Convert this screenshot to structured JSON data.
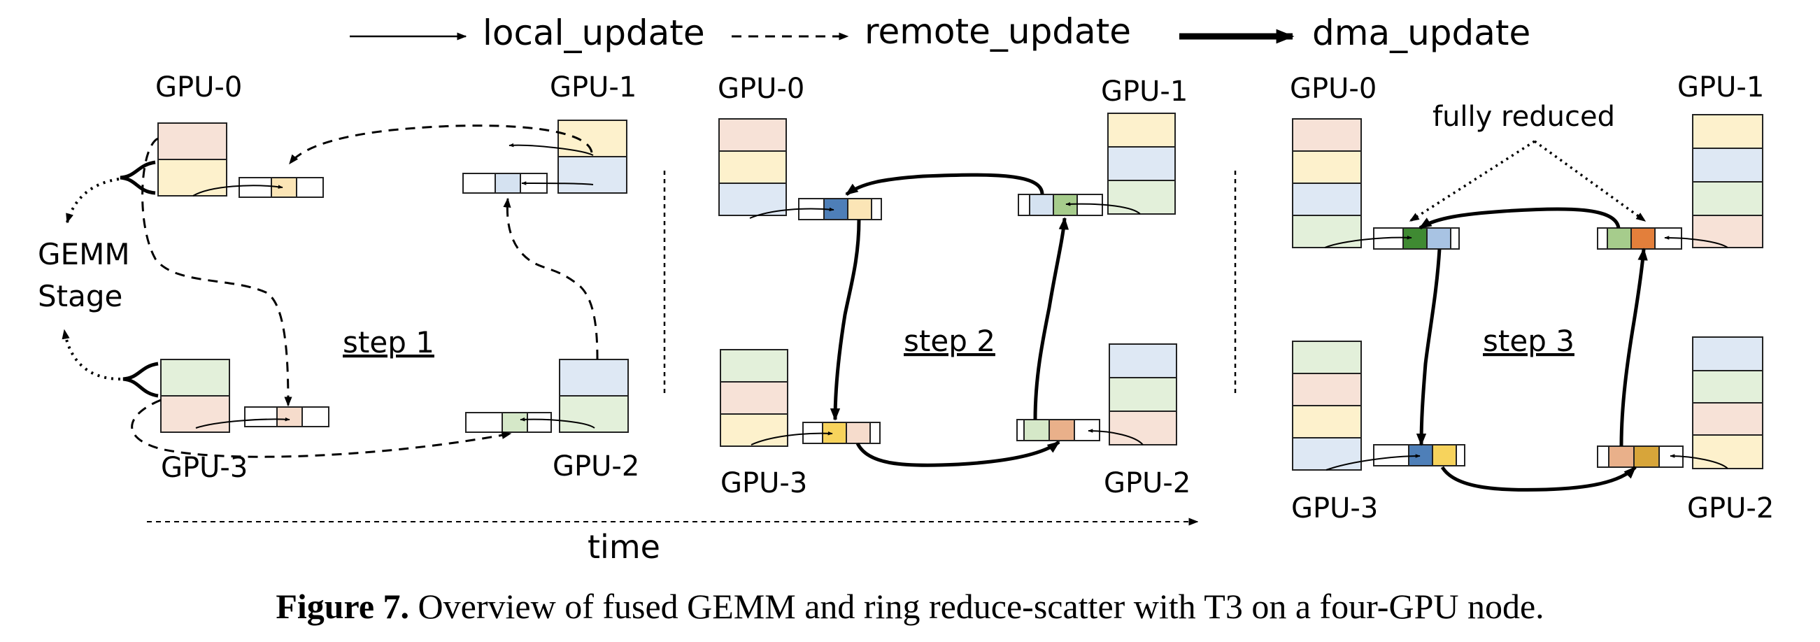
{
  "colors": {
    "pink": "#f7e2d7",
    "yellow": "#fdf1cc",
    "blue": "#dee8f4",
    "green": "#e3f0da",
    "dark_blue": "#4e7fb8",
    "mid_blue": "#a8c3e3",
    "dark_green": "#3f8a32",
    "light_green": "#a6cc8c",
    "orange": "#e37f3b",
    "light_orange": "#e9b08a",
    "gold": "#f7d35c",
    "dark_gold": "#d7a53a",
    "cell_yellow": "#fbe5b6",
    "cell_pink": "#f6dccc",
    "cell_blue": "#d5e2f1",
    "cell_green": "#d5e8c8",
    "stroke": "#222222"
  },
  "legend": {
    "local": "local_update",
    "remote": "remote_update",
    "dma": "dma_update"
  },
  "panel1": {
    "gpu0": "GPU-0",
    "gpu1": "GPU-1",
    "gpu2": "GPU-2",
    "gpu3": "GPU-3",
    "step": "step 1",
    "gemm_line1": "GEMM",
    "gemm_line2": "Stage"
  },
  "panel2": {
    "gpu0": "GPU-0",
    "gpu1": "GPU-1",
    "gpu2": "GPU-2",
    "gpu3": "GPU-3",
    "step": "step 2"
  },
  "panel3": {
    "gpu0": "GPU-0",
    "gpu1": "GPU-1",
    "gpu2": "GPU-2",
    "gpu3": "GPU-3",
    "step": "step 3",
    "fully_reduced": "fully reduced"
  },
  "time_label": "time",
  "caption": {
    "label": "Figure 7.",
    "text": " Overview of fused GEMM and ring reduce-scatter with T3 on a four-GPU node."
  }
}
